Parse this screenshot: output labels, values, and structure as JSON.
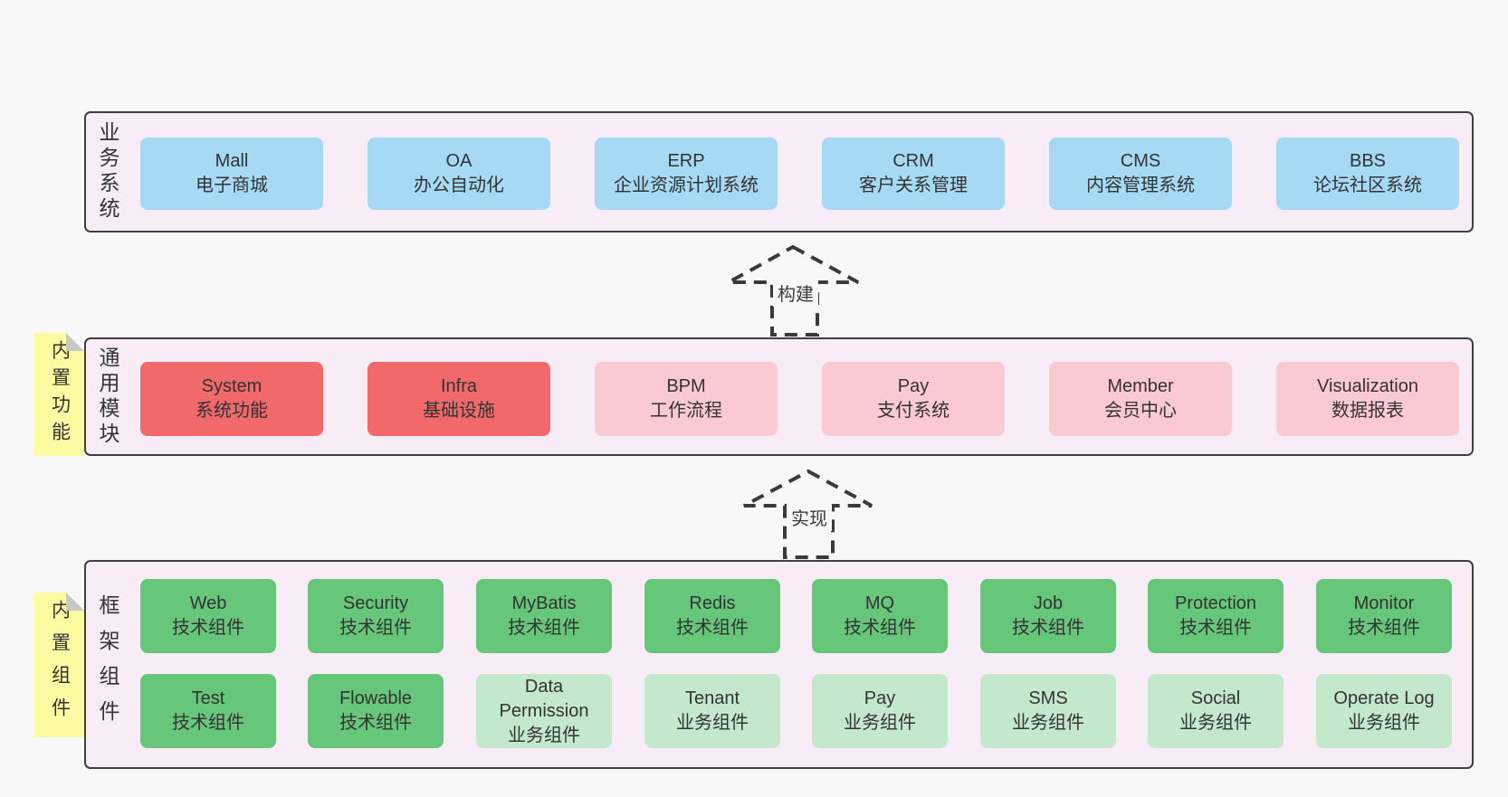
{
  "colors": {
    "page_bg": "#f8f8f8",
    "panel_bg": "#f8ecf6",
    "panel_border": "#3f3f3f",
    "blue_box": "#a6d9f4",
    "red_box": "#f1696b",
    "pink_box": "#fbc9d2",
    "green_box": "#66c77b",
    "green_light_box": "#c3e8cc",
    "sticky_yellow": "#fbfba2",
    "text": "#333333"
  },
  "arrows": [
    {
      "label": "构建"
    },
    {
      "label": "实现"
    }
  ],
  "layers": {
    "business": {
      "label": "业务系统",
      "boxes": [
        {
          "title": "Mall",
          "subtitle": "电子商城"
        },
        {
          "title": "OA",
          "subtitle": "办公自动化"
        },
        {
          "title": "ERP",
          "subtitle": "企业资源计划系统"
        },
        {
          "title": "CRM",
          "subtitle": "客户关系管理"
        },
        {
          "title": "CMS",
          "subtitle": "内容管理系统"
        },
        {
          "title": "BBS",
          "subtitle": "论坛社区系统"
        }
      ]
    },
    "modules": {
      "label": "通用模块",
      "sticky": "内置功能",
      "boxes": [
        {
          "title": "System",
          "subtitle": "系统功能"
        },
        {
          "title": "Infra",
          "subtitle": "基础设施"
        },
        {
          "title": "BPM",
          "subtitle": "工作流程"
        },
        {
          "title": "Pay",
          "subtitle": "支付系统"
        },
        {
          "title": "Member",
          "subtitle": "会员中心"
        },
        {
          "title": "Visualization",
          "subtitle": "数据报表"
        }
      ]
    },
    "framework": {
      "label": "框架组件",
      "sticky": "内置组件",
      "row1": [
        {
          "title": "Web",
          "subtitle": "技术组件"
        },
        {
          "title": "Security",
          "subtitle": "技术组件"
        },
        {
          "title": "MyBatis",
          "subtitle": "技术组件"
        },
        {
          "title": "Redis",
          "subtitle": "技术组件"
        },
        {
          "title": "MQ",
          "subtitle": "技术组件"
        },
        {
          "title": "Job",
          "subtitle": "技术组件"
        },
        {
          "title": "Protection",
          "subtitle": "技术组件"
        },
        {
          "title": "Monitor",
          "subtitle": "技术组件"
        }
      ],
      "row2": [
        {
          "title": "Test",
          "subtitle": "技术组件"
        },
        {
          "title": "Flowable",
          "subtitle": "技术组件"
        },
        {
          "title": "Data Permission",
          "subtitle": "业务组件"
        },
        {
          "title": "Tenant",
          "subtitle": "业务组件"
        },
        {
          "title": "Pay",
          "subtitle": "业务组件"
        },
        {
          "title": "SMS",
          "subtitle": "业务组件"
        },
        {
          "title": "Social",
          "subtitle": "业务组件"
        },
        {
          "title": "Operate Log",
          "subtitle": "业务组件"
        }
      ]
    }
  }
}
